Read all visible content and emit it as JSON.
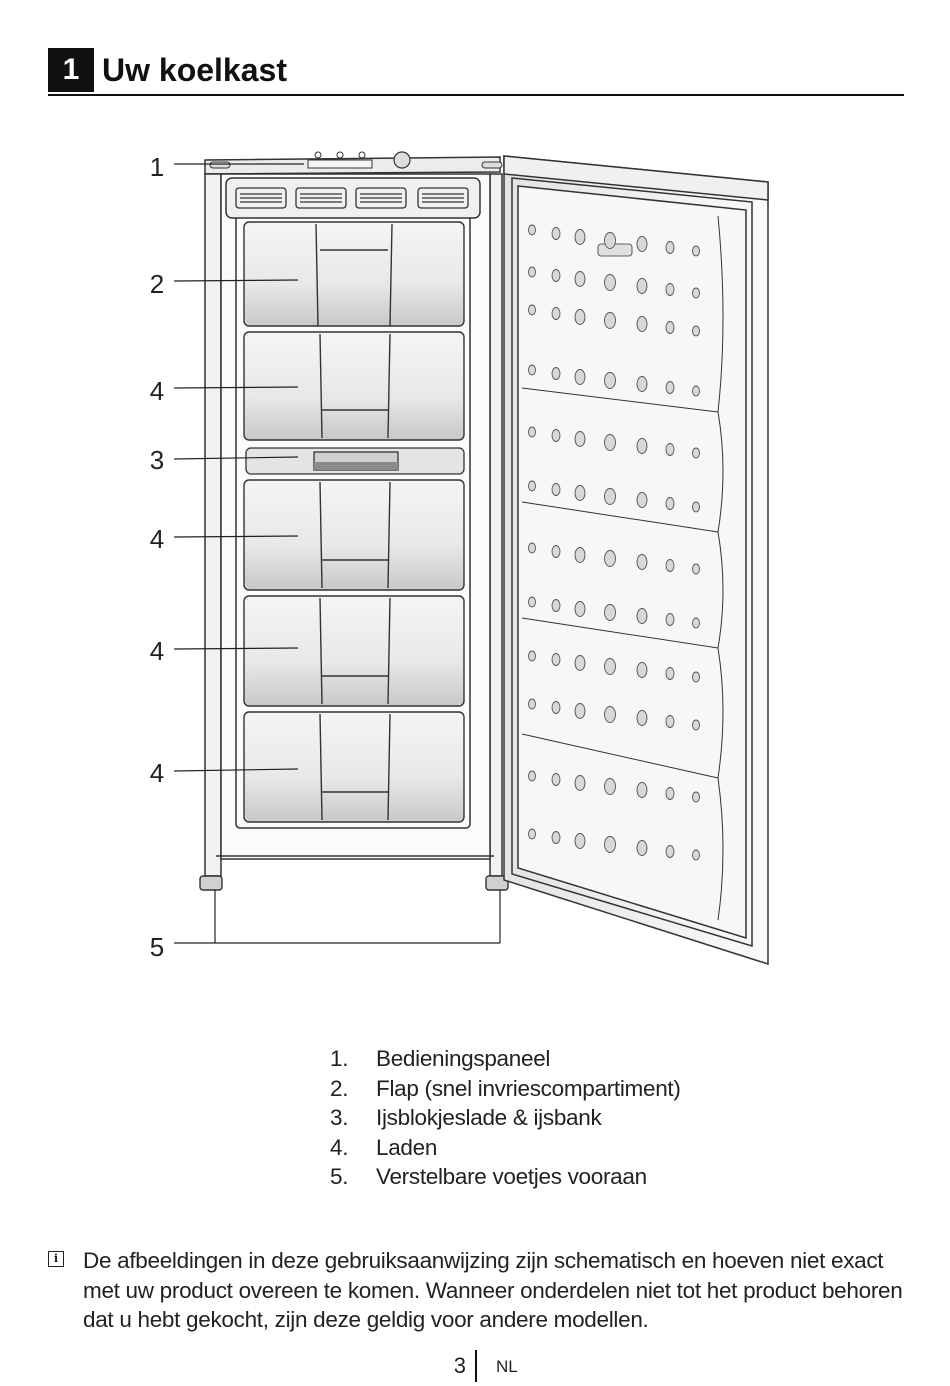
{
  "header": {
    "section_number": "1",
    "title": "Uw koelkast"
  },
  "figure": {
    "callouts": [
      "1",
      "2",
      "4",
      "3",
      "4",
      "4",
      "4",
      "5"
    ]
  },
  "legend": [
    {
      "num": "1.",
      "text": "Bedieningspaneel"
    },
    {
      "num": "2.",
      "text": "Flap (snel invriescompartiment)"
    },
    {
      "num": "3.",
      "text": "Ijsblokjeslade & ijsbank"
    },
    {
      "num": "4.",
      "text": "Laden"
    },
    {
      "num": "5.",
      "text": "Verstelbare voetjes vooraan"
    }
  ],
  "note": {
    "icon": "info-icon",
    "text": "De afbeeldingen in deze gebruiksaanwijzing zijn schematisch en hoeven niet exact met uw product overeen te komen. Wanneer onderdelen niet tot het product behoren dat u hebt gekocht, zijn deze geldig voor andere modellen."
  },
  "footer": {
    "page_number": "3",
    "language": "NL"
  }
}
